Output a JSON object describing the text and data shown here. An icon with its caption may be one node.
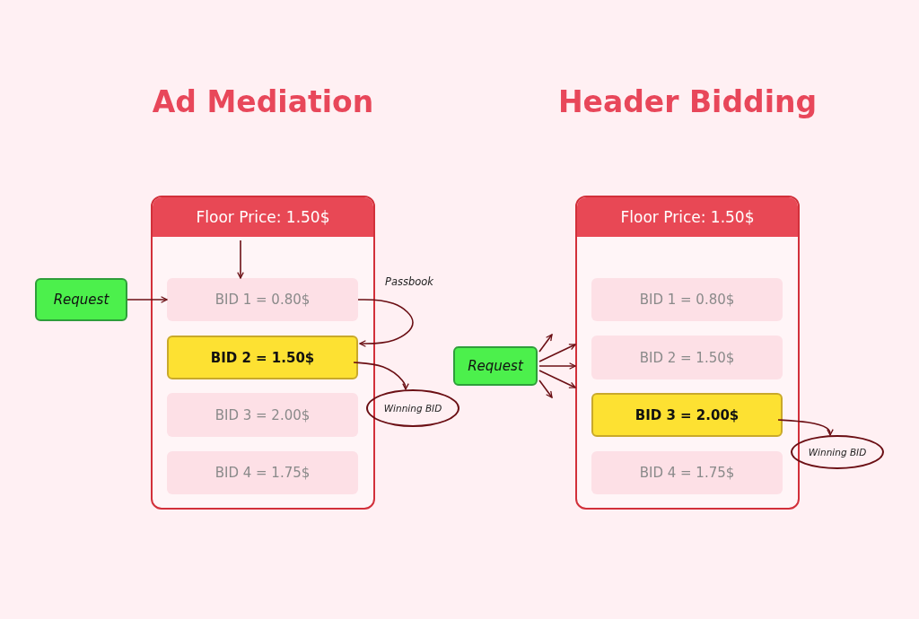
{
  "diagram": {
    "nodes": [
      {
        "text": [],
        "shape": "box"
      },
      {
        "text": [
          "Floor Price: 1.50$"
        ],
        "in": 0
      },
      {
        "text": [
          "BID 1 = 0.80$"
        ],
        "in": 0
      },
      {
        "text": [
          "BID 2 = 1.50$"
        ],
        "in": 0
      },
      {
        "text": [
          "BID 3 = 2.00$"
        ],
        "in": 0
      },
      {
        "text": [
          "BID 4 = 1.75$"
        ],
        "in": 0
      },
      {
        "text": [
          "Request"
        ]
      },
      {
        "text": [
          "Winning BID"
        ]
      },
      {
        "text": [],
        "shape": "box"
      },
      {
        "text": [
          "Floor Price: 1.50$"
        ],
        "in": 8
      },
      {
        "text": [
          "BID 1 = 0.80$"
        ],
        "in": 8
      },
      {
        "text": [
          "BID 2 = 1.50$"
        ],
        "in": 8
      },
      {
        "text": [
          "BID 3 = 2.00$"
        ],
        "in": 8
      },
      {
        "text": [
          "BID 4 = 1.75$"
        ],
        "in": 8
      },
      {
        "text": [
          "Request"
        ]
      },
      {
        "text": [
          "Winning BID"
        ]
      }
    ],
    "edges": [
      {
        "from": 1,
        "to": 2,
        "arrow": "to"
      },
      {
        "from": 6,
        "to": 2,
        "arrow": "to"
      },
      {
        "from": 2,
        "to": 3,
        "arrow": "to",
        "label": "Passbook"
      },
      {
        "from": 3,
        "to": 7,
        "arrow": "to"
      },
      {
        "from": 14,
        "to": null,
        "arrow": "to"
      },
      {
        "from": 14,
        "to": 8,
        "arrow": "to"
      },
      {
        "from": 14,
        "to": 8,
        "arrow": "to"
      },
      {
        "from": 14,
        "to": 8,
        "arrow": "to"
      },
      {
        "from": 14,
        "to": null,
        "arrow": "to"
      },
      {
        "from": 12,
        "to": 15,
        "arrow": "to"
      }
    ],
    "labels": [
      "Ad Mediation",
      "Header Bidding"
    ]
  }
}
